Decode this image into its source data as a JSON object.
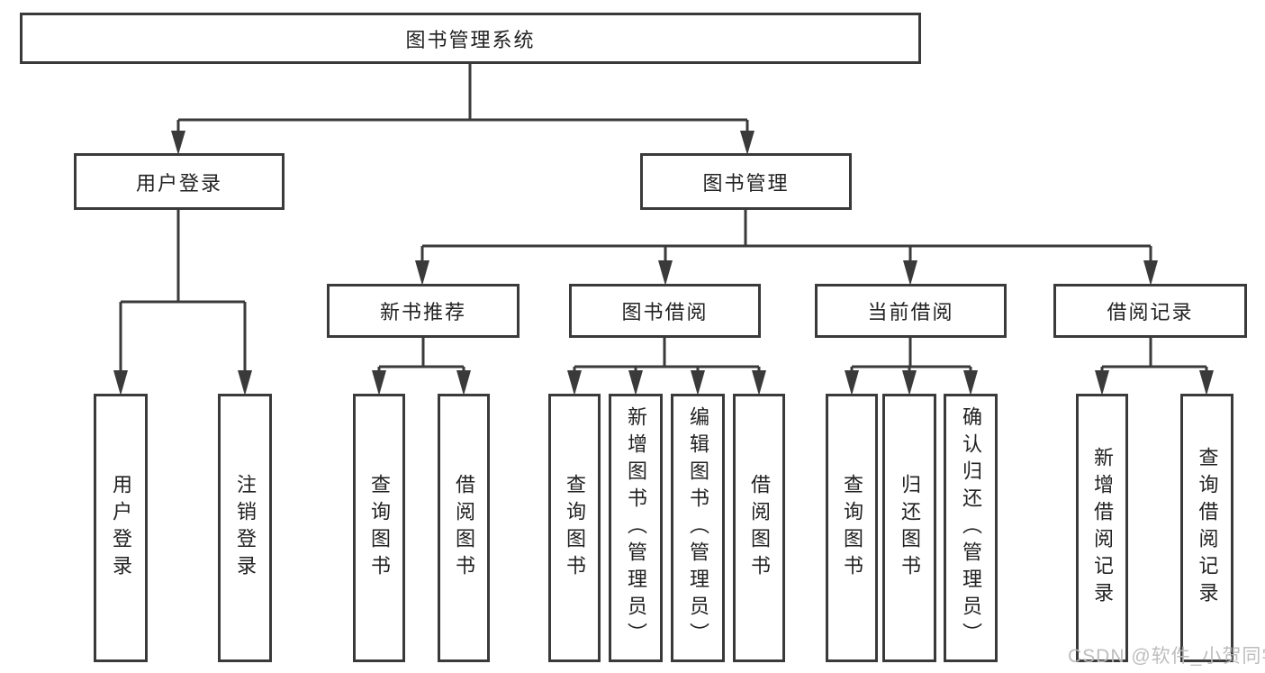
{
  "root": {
    "label": "图书管理系统"
  },
  "level2": [
    {
      "label": "用户登录"
    },
    {
      "label": "图书管理"
    }
  ],
  "level3": [
    {
      "label": "新书推荐",
      "parent": "图书管理"
    },
    {
      "label": "图书借阅",
      "parent": "图书管理"
    },
    {
      "label": "当前借阅",
      "parent": "图书管理"
    },
    {
      "label": "借阅记录",
      "parent": "图书管理"
    }
  ],
  "leaves": [
    {
      "label": "用户登录",
      "parent": "用户登录"
    },
    {
      "label": "注销登录",
      "parent": "用户登录"
    },
    {
      "label": "查询图书",
      "parent": "新书推荐"
    },
    {
      "label": "借阅图书",
      "parent": "新书推荐"
    },
    {
      "label": "查询图书",
      "parent": "图书借阅"
    },
    {
      "label": "新增图书（管理员）",
      "parent": "图书借阅"
    },
    {
      "label": "编辑图书（管理员）",
      "parent": "图书借阅"
    },
    {
      "label": "借阅图书",
      "parent": "图书借阅"
    },
    {
      "label": "查询图书",
      "parent": "当前借阅"
    },
    {
      "label": "归还图书",
      "parent": "当前借阅"
    },
    {
      "label": "确认归还（管理员）",
      "parent": "当前借阅"
    },
    {
      "label": "新增借阅记录",
      "parent": "借阅记录"
    },
    {
      "label": "查询借阅记录",
      "parent": "借阅记录"
    }
  ],
  "watermark": {
    "text": "CSDN @软件_小贺同学"
  },
  "colors": {
    "line": "#3a3a3a",
    "text": "#222222",
    "background": "#ffffff",
    "watermark": "#b9b9b9"
  }
}
